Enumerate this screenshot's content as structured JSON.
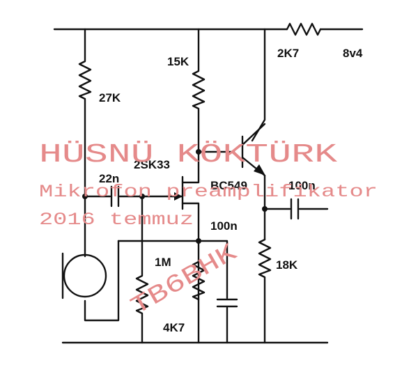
{
  "components": {
    "r_supply": "2K7",
    "supply_voltage": "8v4",
    "r_drain": "15K",
    "r_bias": "27K",
    "jfet": "2SK33",
    "c_input": "22n",
    "transistor": "BC549",
    "c_output": "100n",
    "c_bypass": "100n",
    "r_gate": "1M",
    "r_emitter": "18K",
    "r_source": "4K7"
  },
  "watermark": {
    "author": "HÜSNÜ KÖKTÜRK",
    "description": "Mikrofon preamplifikator",
    "date": "2016 temmuz",
    "callsign": "TB6BHK"
  },
  "colors": {
    "ink": "#111111",
    "watermark": "#e58a8a"
  }
}
